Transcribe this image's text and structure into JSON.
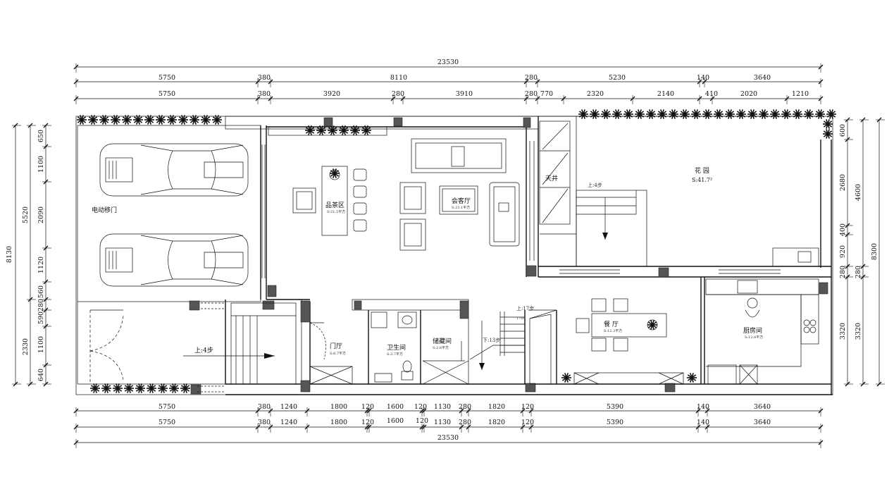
{
  "dimensions": {
    "top_total": "23530",
    "top_row1": [
      "5750",
      "380",
      "8110",
      "280",
      "5230",
      "140",
      "3640"
    ],
    "top_row2": [
      "5750",
      "380",
      "3920",
      "280",
      "3910",
      "280",
      "770",
      "2320",
      "2140",
      "410",
      "2020",
      "1210"
    ],
    "bottom_row1": [
      "5750",
      "380",
      "1240",
      "1800",
      "120",
      "1600",
      "120",
      "1130",
      "280",
      "1820",
      "120",
      "5390",
      "140",
      "3640"
    ],
    "bottom_row2": [
      "5750",
      "380",
      "1240",
      "1800",
      "120",
      "1600",
      "120",
      "1130",
      "280",
      "1820",
      "120",
      "5390",
      "140",
      "3640"
    ],
    "bottom_total": "23530",
    "left_total": "8130",
    "left_mid": [
      "5520",
      "2330"
    ],
    "left_inner": [
      "650",
      "1100",
      "2090",
      "1120",
      "560",
      "280",
      "590",
      "1100",
      "640"
    ],
    "right_inner": [
      "600",
      "2680",
      "400",
      "920",
      "280",
      "3320"
    ],
    "right_mid": [
      "4600",
      "280",
      "3320"
    ],
    "right_total": "8300"
  },
  "rooms": {
    "garden": {
      "name": "花 园",
      "area": "S:41.7²"
    },
    "skylight": "天井",
    "tea_area": {
      "name": "品茶区",
      "area": "S:21.5平方"
    },
    "living_room": {
      "name": "会客厅",
      "area": "S:23.1平方"
    },
    "electric_door": "电动移门",
    "entrance": {
      "name": "门厅",
      "area": "S:6.7平方"
    },
    "bathroom": {
      "name": "卫生间",
      "area": "S:3.7平方"
    },
    "storage": {
      "name": "储藏间",
      "area": "S:2.6平方"
    },
    "dining": {
      "name": "餐 厅",
      "area": "S:12.3平方"
    },
    "kitchen": {
      "name": "厨房间",
      "area": "S:12.8平方"
    }
  },
  "stairs": {
    "garden_steps": "上:4步",
    "entry_steps": "上:4步",
    "stair_up": "上:17步",
    "stair_down": "下:13步",
    "stair_note": "1700"
  }
}
